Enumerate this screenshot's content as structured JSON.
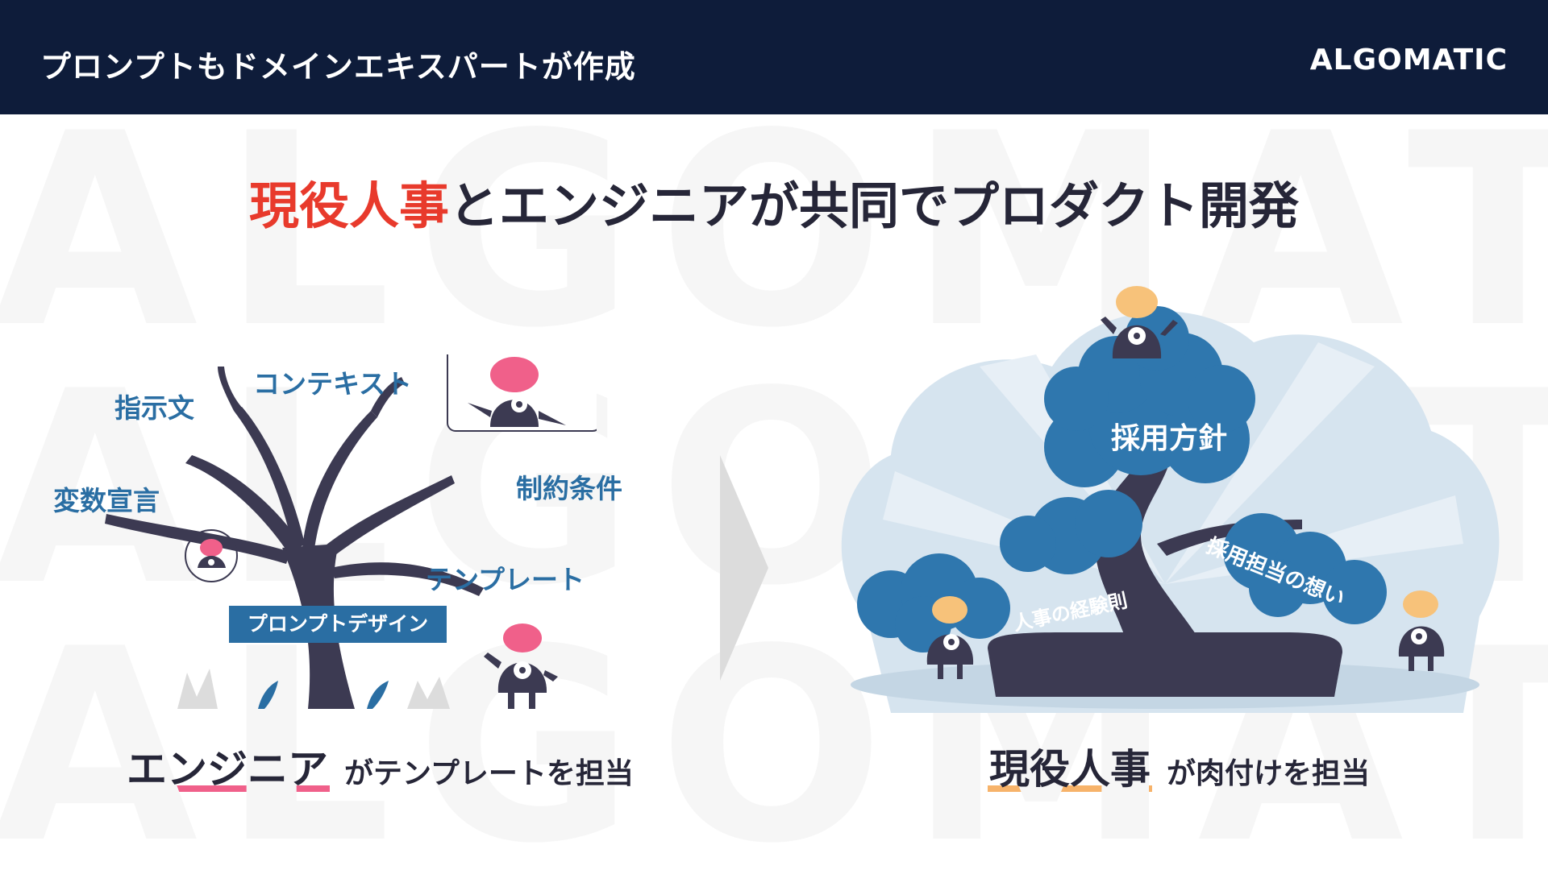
{
  "header": {
    "title": "プロンプトもドメインエキスパートが作成",
    "logo": "ALGOMATIC"
  },
  "watermark": [
    "ALGOMATIC",
    "ALGOMATIC",
    "ALGOMATIC"
  ],
  "headline": {
    "highlight": "現役人事",
    "rest": "とエンジニアが共同でプロダクト開発"
  },
  "left": {
    "labels": {
      "shiji": "指示文",
      "context": "コンテキスト",
      "hensu": "変数宣言",
      "seiyaku": "制約条件",
      "template": "テンプレート"
    },
    "prompt_design": "プロンプトデザイン",
    "caption_big": "エンジニア",
    "caption_small": "がテンプレートを担当"
  },
  "right": {
    "cloud_top": "採用方針",
    "cloud_left": "人事の経験則",
    "cloud_right": "採用担当の想い",
    "caption_big": "現役人事",
    "caption_small": "が肉付けを担当"
  },
  "colors": {
    "navy": "#0e1c3a",
    "accent_red": "#e83a2c",
    "label_blue": "#2a6ea3",
    "pink": "#f0608a",
    "orange": "#f7b36a"
  }
}
